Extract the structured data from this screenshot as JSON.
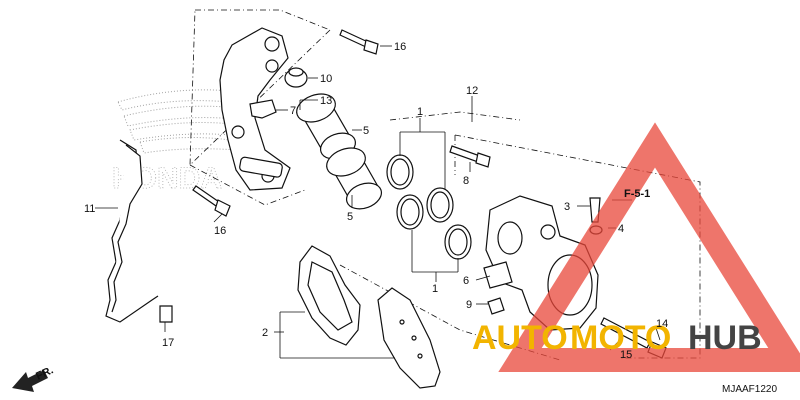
{
  "diagram": {
    "ref_section": "F-5-1",
    "code": "MJAAF1220",
    "direction_label": "FR.",
    "brand_outline": "HONDA",
    "watermark": {
      "part_a": "AUTO",
      "part_b": "MOTO",
      "part_c": "HUB",
      "triangle_color": "#e8473a"
    },
    "callouts": {
      "c1a": "1",
      "c1b": "1",
      "c2": "2",
      "c3": "3",
      "c4": "4",
      "c5a": "5",
      "c5b": "5",
      "c6": "6",
      "c7": "7",
      "c8": "8",
      "c9": "9",
      "c10": "10",
      "c11": "11",
      "c12": "12",
      "c13": "13",
      "c14": "14",
      "c15": "15",
      "c16a": "16",
      "c16b": "16",
      "c17": "17"
    }
  }
}
